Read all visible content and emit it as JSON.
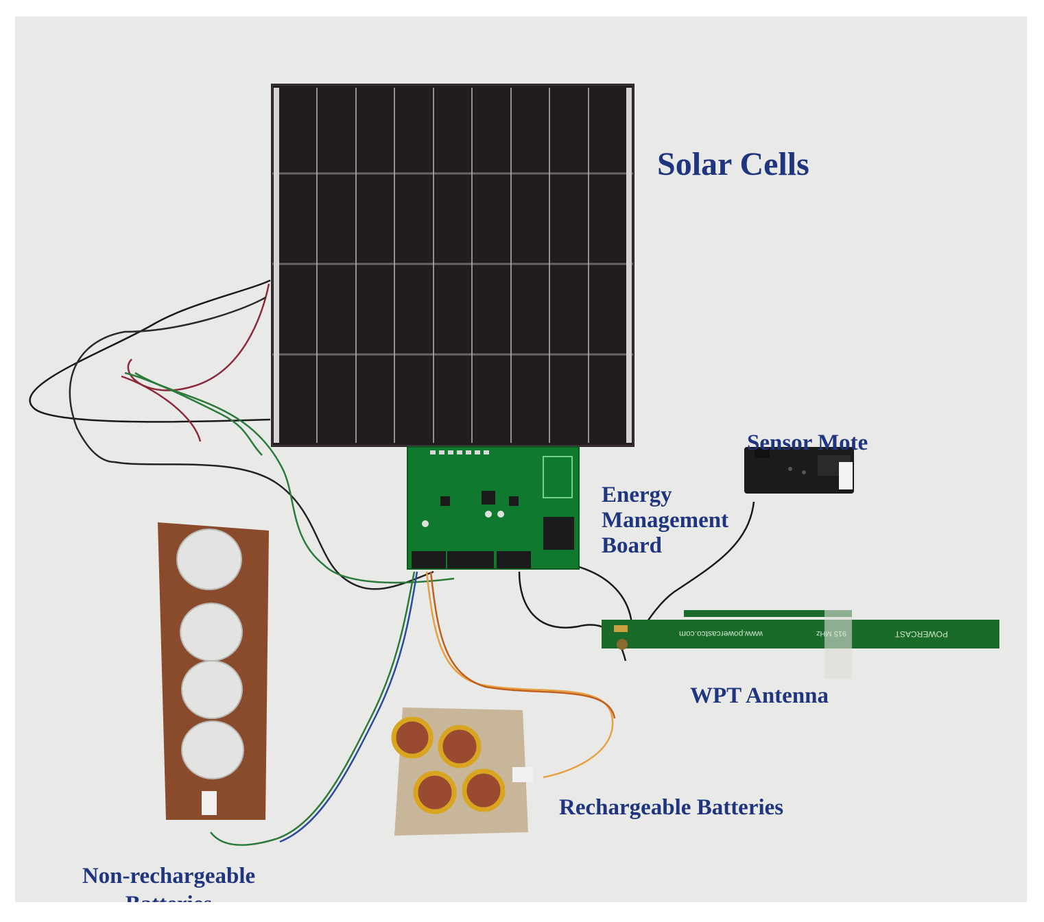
{
  "labels": {
    "solar_cells": "Solar Cells",
    "sensor_mote": "Sensor Mote",
    "energy_management_board": [
      "Energy",
      "Management",
      "Board"
    ],
    "wpt_antenna": "WPT Antenna",
    "rechargeable_batteries": "Rechargeable Batteries",
    "non_rechargeable_batteries": [
      "Non-rechargeable",
      "Batteries"
    ]
  },
  "antenna": {
    "url_text": "www.powercastco.com",
    "freq_text": "915 MHz",
    "brand_text": "POWERCAST"
  },
  "colors": {
    "label_text": "#1f3580",
    "background": "#e9e9e7",
    "solar_panel": "#231c1f",
    "pcb_green": "#0f7a2e",
    "perfboard": "#8a4a2c",
    "battery_gold": "#d9a520",
    "battery_copper": "#9a4a30",
    "coin_silver": "#e3e3e1"
  },
  "icons": [
    "solar-panel",
    "pcb-board",
    "sensor-mote",
    "antenna",
    "coin-cell"
  ]
}
